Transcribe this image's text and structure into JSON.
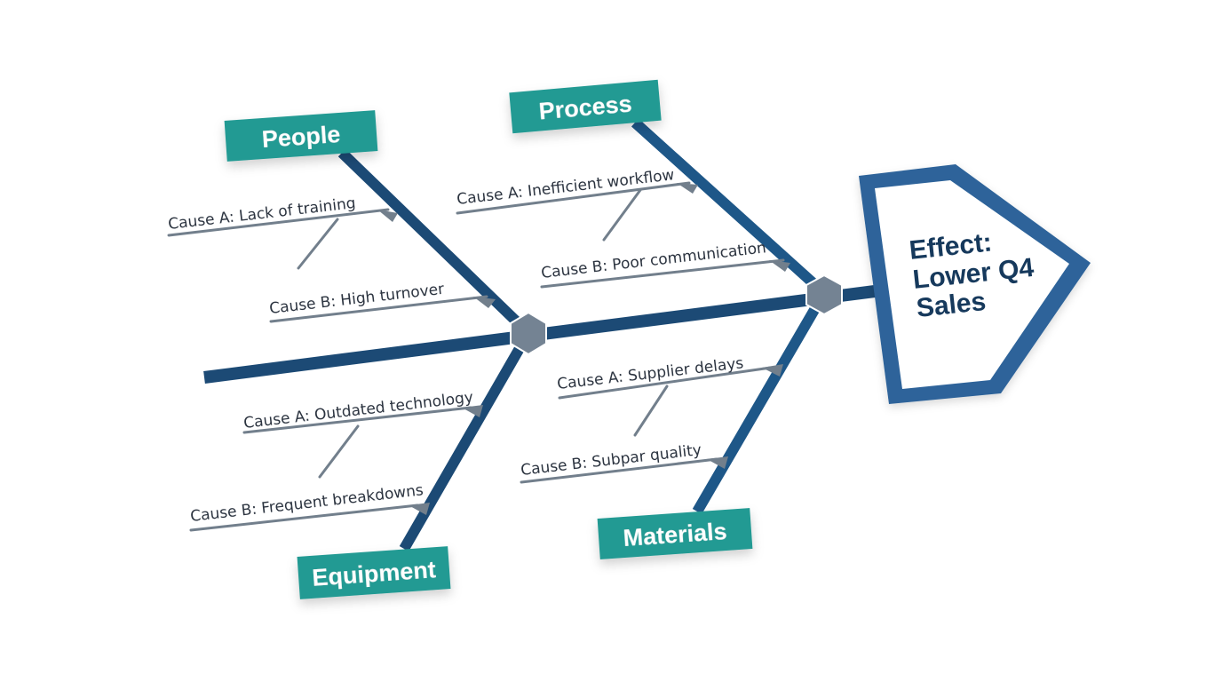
{
  "colors": {
    "spine": "#1c4a75",
    "bone": "#1e5788",
    "category_fill": "#219a93",
    "cause_line": "#727f8c",
    "junction": "#748393",
    "effect_border": "#2d649a",
    "effect_text": "#16395c"
  },
  "effect": {
    "line1": "Effect:",
    "line2": "Lower Q4",
    "line3": "Sales"
  },
  "categories": {
    "people": {
      "label": "People",
      "cause_a": "Cause A: Lack of training",
      "cause_b": "Cause B: High turnover"
    },
    "process": {
      "label": "Process",
      "cause_a": "Cause A: Inefficient workflow",
      "cause_b": "Cause B: Poor communication"
    },
    "equipment": {
      "label": "Equipment",
      "cause_a": "Cause A: Outdated technology",
      "cause_b": "Cause B: Frequent breakdowns"
    },
    "materials": {
      "label": "Materials",
      "cause_a": "Cause A: Supplier delays",
      "cause_b": "Cause B: Subpar quality"
    }
  }
}
